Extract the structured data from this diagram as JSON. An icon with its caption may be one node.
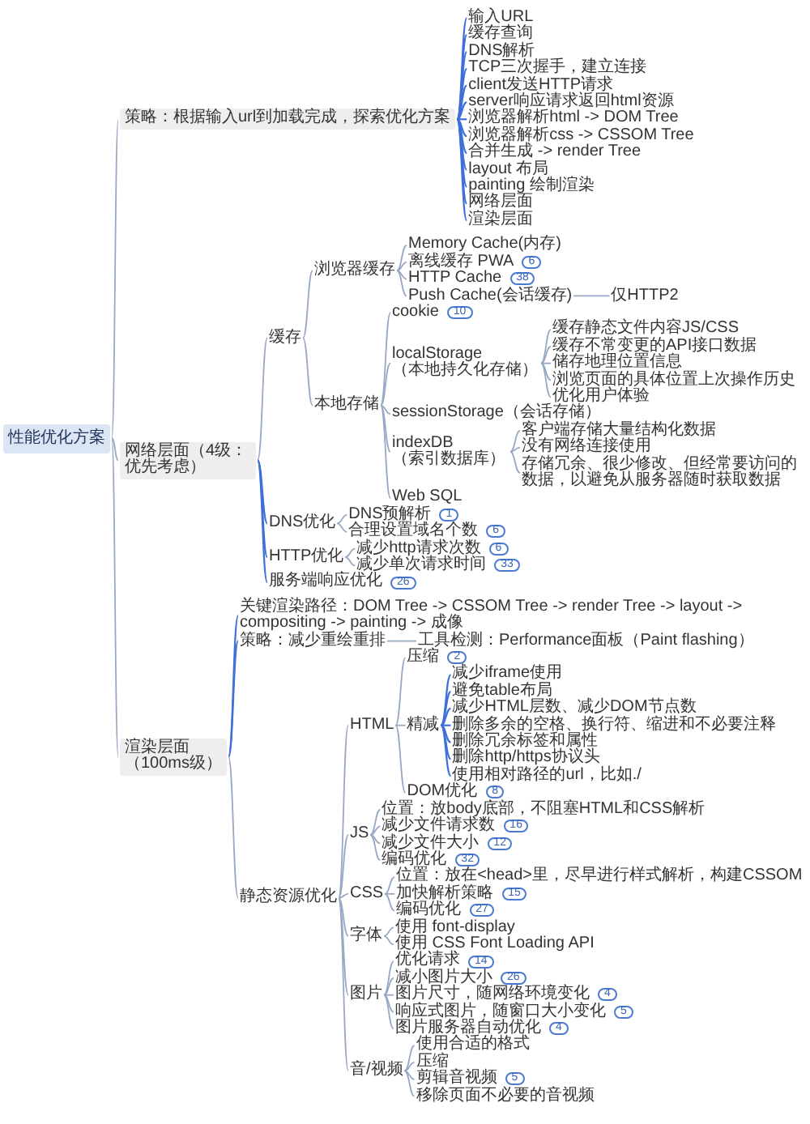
{
  "diagram": {
    "nodes": [
      {
        "text": [
          "性能优化方案"
        ]
      },
      {
        "text": [
          "策略：根据输入url到加载完成，探索优化方案"
        ]
      },
      {
        "text": [
          "输入URL"
        ]
      },
      {
        "text": [
          "缓存查询"
        ]
      },
      {
        "text": [
          "DNS解析"
        ]
      },
      {
        "text": [
          "TCP三次握手，建立连接"
        ]
      },
      {
        "text": [
          "client发送HTTP请求"
        ]
      },
      {
        "text": [
          "server响应请求返回html资源"
        ]
      },
      {
        "text": [
          "浏览器解析html -> DOM Tree"
        ]
      },
      {
        "text": [
          "浏览器解析css -> CSSOM Tree"
        ]
      },
      {
        "text": [
          "合并生成 -> render Tree"
        ]
      },
      {
        "text": [
          "layout 布局"
        ]
      },
      {
        "text": [
          "painting 绘制渲染"
        ]
      },
      {
        "text": [
          "网络层面"
        ]
      },
      {
        "text": [
          "渲染层面"
        ]
      },
      {
        "text": [
          "网络层面（4级：优先考虑）"
        ]
      },
      {
        "text": [
          "缓存"
        ]
      },
      {
        "text": [
          "浏览器缓存"
        ]
      },
      {
        "text": [
          "Memory Cache(内存)"
        ]
      },
      {
        "text": [
          "离线缓存 PWA"
        ]
      },
      {
        "text": [
          "HTTP Cache"
        ]
      },
      {
        "text": [
          "Push Cache(会话缓存)"
        ]
      },
      {
        "text": [
          "仅HTTP2"
        ]
      },
      {
        "text": [
          "本地存储"
        ]
      },
      {
        "text": [
          "cookie"
        ]
      },
      {
        "text": [
          "localStorage（本地持久化存储）"
        ]
      },
      {
        "text": [
          "缓存静态文件内容JS/CSS"
        ]
      },
      {
        "text": [
          "缓存不常变更的API接口数据"
        ]
      },
      {
        "text": [
          "储存地理位置信息"
        ]
      },
      {
        "text": [
          "浏览页面的具体位置上次操作历史"
        ]
      },
      {
        "text": [
          "优化用户体验"
        ]
      },
      {
        "text": [
          "sessionStorage（会话存储）"
        ]
      },
      {
        "text": [
          "indexDB（索引数据库）"
        ]
      },
      {
        "text": [
          "客户端存储大量结构化数据"
        ]
      },
      {
        "text": [
          "没有网络连接使用"
        ]
      },
      {
        "text": [
          "存储冗余、很少修改、但经常要访问的数据，以避免从服务器随时获取数据"
        ]
      },
      {
        "text": [
          "Web SQL"
        ]
      },
      {
        "text": [
          "DNS优化"
        ]
      },
      {
        "text": [
          "DNS预解析"
        ]
      },
      {
        "text": [
          "合理设置域名个数"
        ]
      },
      {
        "text": [
          "HTTP优化"
        ]
      },
      {
        "text": [
          "减少http请求次数"
        ]
      },
      {
        "text": [
          "减少单次请求时间"
        ]
      },
      {
        "text": [
          "服务端响应优化"
        ]
      },
      {
        "text": [
          "渲染层面（100ms级）"
        ]
      },
      {
        "text": [
          "关键渲染路径：DOM Tree -> CSSOM Tree -> render Tree -> layout -> compositing -> painting -> 成像"
        ]
      },
      {
        "text": [
          "策略：减少重绘重排"
        ]
      },
      {
        "text": [
          "工具检测：Performance面板（Paint flashing）"
        ]
      },
      {
        "text": [
          "静态资源优化"
        ]
      },
      {
        "text": [
          "HTML"
        ]
      },
      {
        "text": [
          "压缩"
        ]
      },
      {
        "text": [
          "精减"
        ]
      },
      {
        "text": [
          "减少iframe使用"
        ]
      },
      {
        "text": [
          "避免table布局"
        ]
      },
      {
        "text": [
          "减少HTML层数、减少DOM节点数"
        ]
      },
      {
        "text": [
          "删除多余的空格、换行符、缩进和不必要注释"
        ]
      },
      {
        "text": [
          "删除冗余标签和属性"
        ]
      },
      {
        "text": [
          "删除http/https协议头"
        ]
      },
      {
        "text": [
          "使用相对路径的url，比如./"
        ]
      },
      {
        "text": [
          "DOM优化"
        ]
      },
      {
        "text": [
          "JS"
        ]
      },
      {
        "text": [
          "位置：放body底部，不阻塞HTML和CSS解析"
        ]
      },
      {
        "text": [
          "减少文件请求数"
        ]
      },
      {
        "text": [
          "减少文件大小"
        ]
      },
      {
        "text": [
          "编码优化"
        ]
      },
      {
        "text": [
          "CSS"
        ]
      },
      {
        "text": [
          "位置：放在<head>里，尽早进行样式解析，构建CSSOM"
        ]
      },
      {
        "text": [
          "加快解析策略"
        ]
      },
      {
        "text": [
          "编码优化"
        ]
      },
      {
        "text": [
          "字体"
        ]
      },
      {
        "text": [
          "使用 font-display"
        ]
      },
      {
        "text": [
          "使用 CSS Font Loading API"
        ]
      },
      {
        "text": [
          "图片"
        ]
      },
      {
        "text": [
          "优化请求"
        ]
      },
      {
        "text": [
          "减小图片大小"
        ]
      },
      {
        "text": [
          "图片尺寸，随网络环境变化"
        ]
      },
      {
        "text": [
          "响应式图片，随窗口大小变化"
        ]
      },
      {
        "text": [
          "图片服务器自动优化"
        ]
      },
      {
        "text": [
          "音/视频"
        ]
      },
      {
        "text": [
          "使用合适的格式"
        ]
      },
      {
        "text": [
          "压缩"
        ]
      },
      {
        "text": [
          "剪辑音视频"
        ]
      },
      {
        "text": [
          "移除页面不必要的音视频"
        ]
      }
    ],
    "edges": [
      {
        "from": 0,
        "to": 1,
        "arrow": "none"
      },
      {
        "from": 1,
        "to": 2,
        "arrow": "none",
        "color": "#3f6fd9"
      },
      {
        "from": 1,
        "to": 3,
        "arrow": "none",
        "color": "#3f6fd9"
      },
      {
        "from": 1,
        "to": 4,
        "arrow": "none",
        "color": "#3f6fd9"
      },
      {
        "from": 1,
        "to": 5,
        "arrow": "none",
        "color": "#3f6fd9"
      },
      {
        "from": 1,
        "to": 6,
        "arrow": "none",
        "color": "#3f6fd9"
      },
      {
        "from": 1,
        "to": 7,
        "arrow": "none",
        "color": "#3f6fd9"
      },
      {
        "from": 1,
        "to": 8,
        "arrow": "none",
        "color": "#3f6fd9"
      },
      {
        "from": 1,
        "to": 9,
        "arrow": "none",
        "color": "#3f6fd9"
      },
      {
        "from": 1,
        "to": 10,
        "arrow": "none",
        "color": "#3f6fd9"
      },
      {
        "from": 1,
        "to": 11,
        "arrow": "none",
        "color": "#3f6fd9"
      },
      {
        "from": 1,
        "to": 12,
        "arrow": "none",
        "color": "#3f6fd9"
      },
      {
        "from": 1,
        "to": 13,
        "arrow": "none",
        "color": "#3f6fd9"
      },
      {
        "from": 1,
        "to": 14,
        "arrow": "none",
        "color": "#3f6fd9"
      },
      {
        "from": 0,
        "to": 15,
        "arrow": "none"
      },
      {
        "from": 15,
        "to": 16,
        "arrow": "none"
      },
      {
        "from": 16,
        "to": 17,
        "arrow": "none"
      },
      {
        "from": 17,
        "to": 18,
        "arrow": "none"
      },
      {
        "from": 17,
        "to": 19,
        "arrow": "none"
      },
      {
        "from": 17,
        "to": 20,
        "arrow": "none"
      },
      {
        "from": 17,
        "to": 21,
        "arrow": "none"
      },
      {
        "from": 21,
        "to": 22,
        "arrow": "none"
      },
      {
        "from": 16,
        "to": 23,
        "arrow": "none"
      },
      {
        "from": 23,
        "to": 24,
        "arrow": "none"
      },
      {
        "from": 23,
        "to": 25,
        "arrow": "none"
      },
      {
        "from": 25,
        "to": 26,
        "arrow": "none"
      },
      {
        "from": 25,
        "to": 27,
        "arrow": "none"
      },
      {
        "from": 25,
        "to": 28,
        "arrow": "none"
      },
      {
        "from": 25,
        "to": 29,
        "arrow": "none"
      },
      {
        "from": 25,
        "to": 30,
        "arrow": "none"
      },
      {
        "from": 23,
        "to": 31,
        "arrow": "none"
      },
      {
        "from": 23,
        "to": 32,
        "arrow": "none"
      },
      {
        "from": 32,
        "to": 33,
        "arrow": "none"
      },
      {
        "from": 32,
        "to": 34,
        "arrow": "none"
      },
      {
        "from": 32,
        "to": 35,
        "arrow": "none"
      },
      {
        "from": 23,
        "to": 36,
        "arrow": "none"
      },
      {
        "from": 15,
        "to": 37,
        "arrow": "none",
        "color": "#3f6fd9"
      },
      {
        "from": 37,
        "to": 38,
        "arrow": "none"
      },
      {
        "from": 37,
        "to": 39,
        "arrow": "none"
      },
      {
        "from": 15,
        "to": 40,
        "arrow": "none",
        "color": "#3f6fd9"
      },
      {
        "from": 40,
        "to": 41,
        "arrow": "none"
      },
      {
        "from": 40,
        "to": 42,
        "arrow": "none"
      },
      {
        "from": 15,
        "to": 43,
        "arrow": "none",
        "color": "#3f6fd9"
      },
      {
        "from": 0,
        "to": 44,
        "arrow": "none"
      },
      {
        "from": 44,
        "to": 45,
        "arrow": "none",
        "color": "#3f6fd9"
      },
      {
        "from": 44,
        "to": 46,
        "arrow": "none",
        "color": "#3f6fd9"
      },
      {
        "from": 46,
        "to": 47,
        "arrow": "none"
      },
      {
        "from": 44,
        "to": 48,
        "arrow": "none"
      },
      {
        "from": 48,
        "to": 49,
        "arrow": "none"
      },
      {
        "from": 49,
        "to": 50,
        "arrow": "none"
      },
      {
        "from": 49,
        "to": 51,
        "arrow": "none"
      },
      {
        "from": 51,
        "to": 52,
        "arrow": "none",
        "color": "#3f6fd9"
      },
      {
        "from": 51,
        "to": 53,
        "arrow": "none",
        "color": "#3f6fd9"
      },
      {
        "from": 51,
        "to": 54,
        "arrow": "none",
        "color": "#3f6fd9"
      },
      {
        "from": 51,
        "to": 55,
        "arrow": "none",
        "color": "#3f6fd9"
      },
      {
        "from": 51,
        "to": 56,
        "arrow": "none",
        "color": "#3f6fd9"
      },
      {
        "from": 51,
        "to": 57,
        "arrow": "none",
        "color": "#3f6fd9"
      },
      {
        "from": 51,
        "to": 58,
        "arrow": "none",
        "color": "#3f6fd9"
      },
      {
        "from": 49,
        "to": 59,
        "arrow": "none"
      },
      {
        "from": 48,
        "to": 60,
        "arrow": "none"
      },
      {
        "from": 60,
        "to": 61,
        "arrow": "none"
      },
      {
        "from": 60,
        "to": 62,
        "arrow": "none"
      },
      {
        "from": 60,
        "to": 63,
        "arrow": "none"
      },
      {
        "from": 60,
        "to": 64,
        "arrow": "none"
      },
      {
        "from": 48,
        "to": 65,
        "arrow": "none"
      },
      {
        "from": 65,
        "to": 66,
        "arrow": "none"
      },
      {
        "from": 65,
        "to": 67,
        "arrow": "none"
      },
      {
        "from": 65,
        "to": 68,
        "arrow": "none"
      },
      {
        "from": 48,
        "to": 69,
        "arrow": "none"
      },
      {
        "from": 69,
        "to": 70,
        "arrow": "none"
      },
      {
        "from": 69,
        "to": 71,
        "arrow": "none"
      },
      {
        "from": 48,
        "to": 72,
        "arrow": "none"
      },
      {
        "from": 72,
        "to": 73,
        "arrow": "none"
      },
      {
        "from": 72,
        "to": 74,
        "arrow": "none"
      },
      {
        "from": 72,
        "to": 75,
        "arrow": "none"
      },
      {
        "from": 72,
        "to": 76,
        "arrow": "none"
      },
      {
        "from": 72,
        "to": 77,
        "arrow": "none"
      },
      {
        "from": 48,
        "to": 78,
        "arrow": "none"
      },
      {
        "from": 78,
        "to": 79,
        "arrow": "none"
      },
      {
        "from": 78,
        "to": 80,
        "arrow": "none"
      },
      {
        "from": 78,
        "to": 81,
        "arrow": "none"
      },
      {
        "from": 78,
        "to": 82,
        "arrow": "none"
      }
    ],
    "labels": [
      "6",
      "38",
      "10",
      "1",
      "6",
      "6",
      "33",
      "26",
      "2",
      "8",
      "16",
      "12",
      "32",
      "15",
      "27",
      "14",
      "26",
      "4",
      "5",
      "4",
      "5"
    ]
  }
}
